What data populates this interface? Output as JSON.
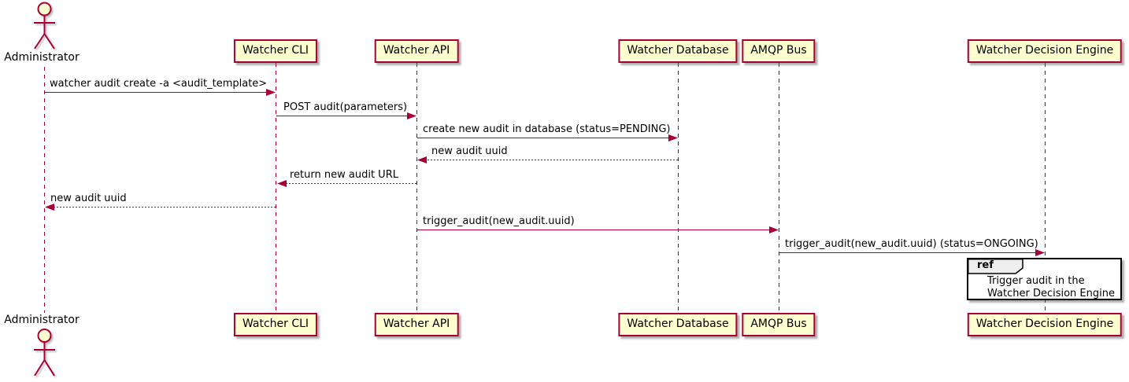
{
  "diagram_type": "sequence-diagram",
  "colors": {
    "accent": "#A80036",
    "participant_fill": "#FEFECE",
    "text": "#000000",
    "ref_header_fill": "#EEEEEE",
    "ref_border": "#000000"
  },
  "participants": [
    {
      "id": "administrator",
      "label": "Administrator",
      "type": "actor"
    },
    {
      "id": "watcher-cli",
      "label": "Watcher CLI",
      "type": "box"
    },
    {
      "id": "watcher-api",
      "label": "Watcher API",
      "type": "box"
    },
    {
      "id": "watcher-database",
      "label": "Watcher Database",
      "type": "box"
    },
    {
      "id": "amqp-bus",
      "label": "AMQP Bus",
      "type": "box"
    },
    {
      "id": "watcher-decision-engine",
      "label": "Watcher Decision Engine",
      "type": "box"
    }
  ],
  "messages": [
    {
      "label": "watcher audit create -a <audit_template>",
      "from": "administrator",
      "to": "watcher-cli",
      "line": "solid"
    },
    {
      "label": "POST audit(parameters)",
      "from": "watcher-cli",
      "to": "watcher-api",
      "line": "solid"
    },
    {
      "label": "create new audit in database (status=PENDING)",
      "from": "watcher-api",
      "to": "watcher-database",
      "line": "solid"
    },
    {
      "label": "new audit uuid",
      "from": "watcher-database",
      "to": "watcher-api",
      "line": "dotted"
    },
    {
      "label": "return new audit URL",
      "from": "watcher-api",
      "to": "watcher-cli",
      "line": "dotted"
    },
    {
      "label": "new audit uuid",
      "from": "watcher-cli",
      "to": "administrator",
      "line": "dotted"
    },
    {
      "label": "trigger_audit(new_audit.uuid)",
      "from": "watcher-api",
      "to": "amqp-bus",
      "line": "solid"
    },
    {
      "label": "trigger_audit(new_audit.uuid) (status=ONGOING)",
      "from": "amqp-bus",
      "to": "watcher-decision-engine",
      "line": "solid"
    }
  ],
  "ref": {
    "keyword": "ref",
    "line1": "Trigger audit in the",
    "line2": "Watcher Decision Engine"
  }
}
